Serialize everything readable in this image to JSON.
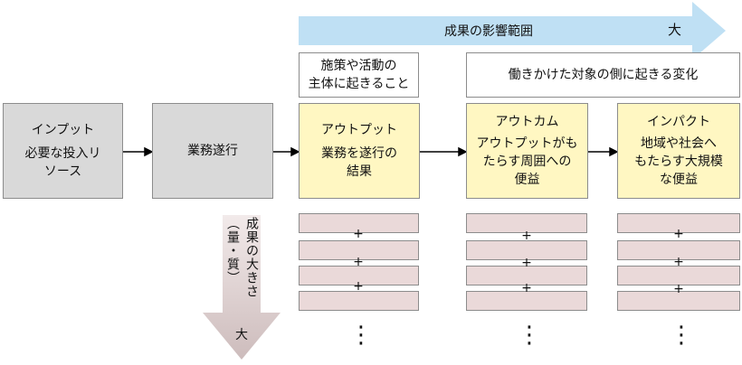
{
  "scope_banner": {
    "label": "成果の影響範囲",
    "end_label": "大"
  },
  "notes": {
    "actor": [
      "施策や活動の",
      "主体に起きること"
    ],
    "target": "働きかけた対象の側に起きる変化"
  },
  "flow": {
    "input": {
      "title": "インプット",
      "lines": [
        "必要な投入リ",
        "ソース"
      ]
    },
    "execution": {
      "title": "業務遂行"
    },
    "output": {
      "title": "アウトプット",
      "lines": [
        "業務を遂行の",
        "結果"
      ]
    },
    "outcome": {
      "title": "アウトカム",
      "lines": [
        "アウトプットがも",
        "たらす周囲への",
        "便益"
      ]
    },
    "impact": {
      "title": "インパクト",
      "lines": [
        "地域や社会へ",
        "もたらす大規模",
        "な便益"
      ]
    }
  },
  "size_axis": {
    "label": "成果の大きさ",
    "sub": "（量・質）",
    "end_label": "大"
  },
  "stack": {
    "plus": "+",
    "dots": "⋮"
  },
  "colors": {
    "banner": "#bfe0f4",
    "yellow": "#fff7c2",
    "gray": "#d9d9d9",
    "pink": "#ead9d9",
    "down_arrow": "#d9c9c9"
  }
}
